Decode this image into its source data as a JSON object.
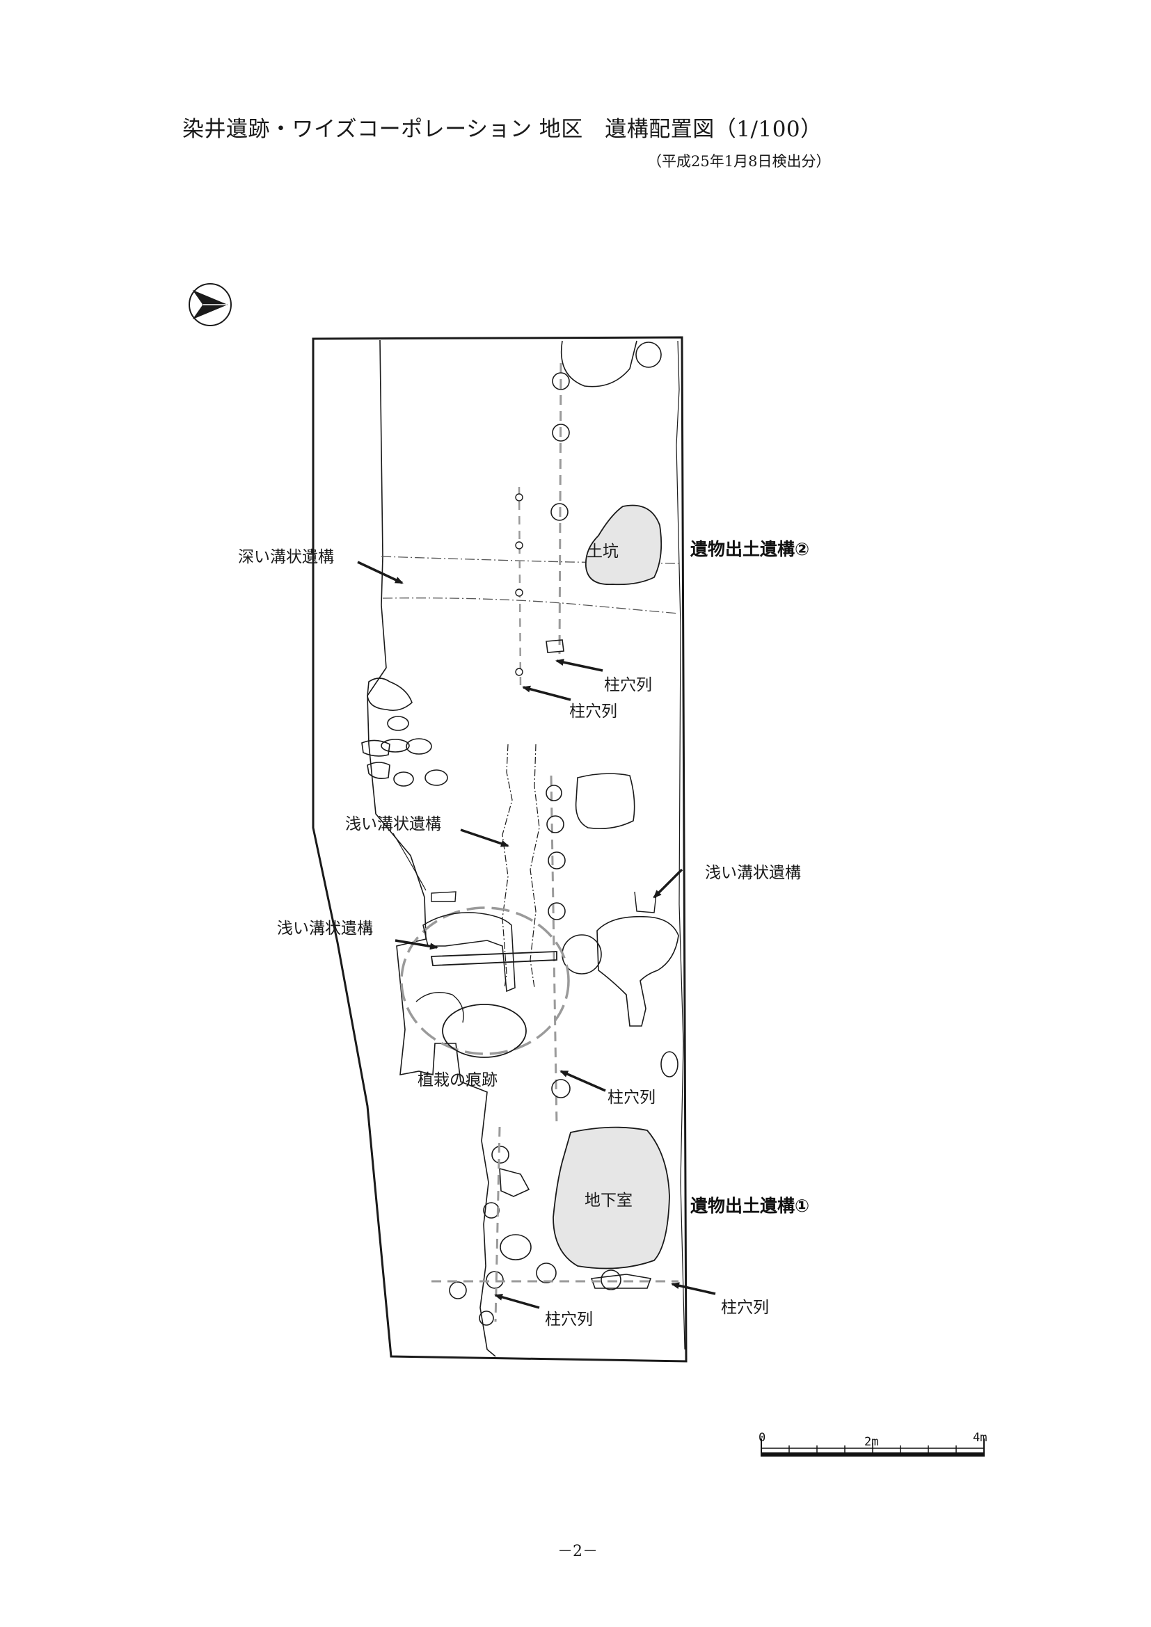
{
  "title": "染井遺跡・ワイズコーポレーション 地区　遺構配置図（1/100）",
  "subtitle": "（平成25年1月8日検出分）",
  "page_number": "－2－",
  "labels": {
    "deep_ditch": "深い溝状遺構",
    "pit": "土坑",
    "relic_feature_2": "遺物出土遺構②",
    "post_row_1": "柱穴列",
    "post_row_2": "柱穴列",
    "shallow_ditch_1": "浅い溝状遺構",
    "shallow_ditch_2": "浅い溝状遺構",
    "shallow_ditch_3": "浅い溝状遺構",
    "planting_trace": "植栽の痕跡",
    "post_row_3": "柱穴列",
    "cellar": "地下室",
    "relic_feature_1": "遺物出土遺構①",
    "post_row_4": "柱穴列",
    "post_row_5": "柱穴列"
  },
  "scale": {
    "zero": "0",
    "mid": "2m",
    "end": "4m"
  },
  "colors": {
    "line": "#1a1a1a",
    "feature_fill": "#e6e6e6",
    "dashed": "#9a9a9a"
  },
  "icons": {
    "north_arrow": "north-arrow-icon"
  }
}
